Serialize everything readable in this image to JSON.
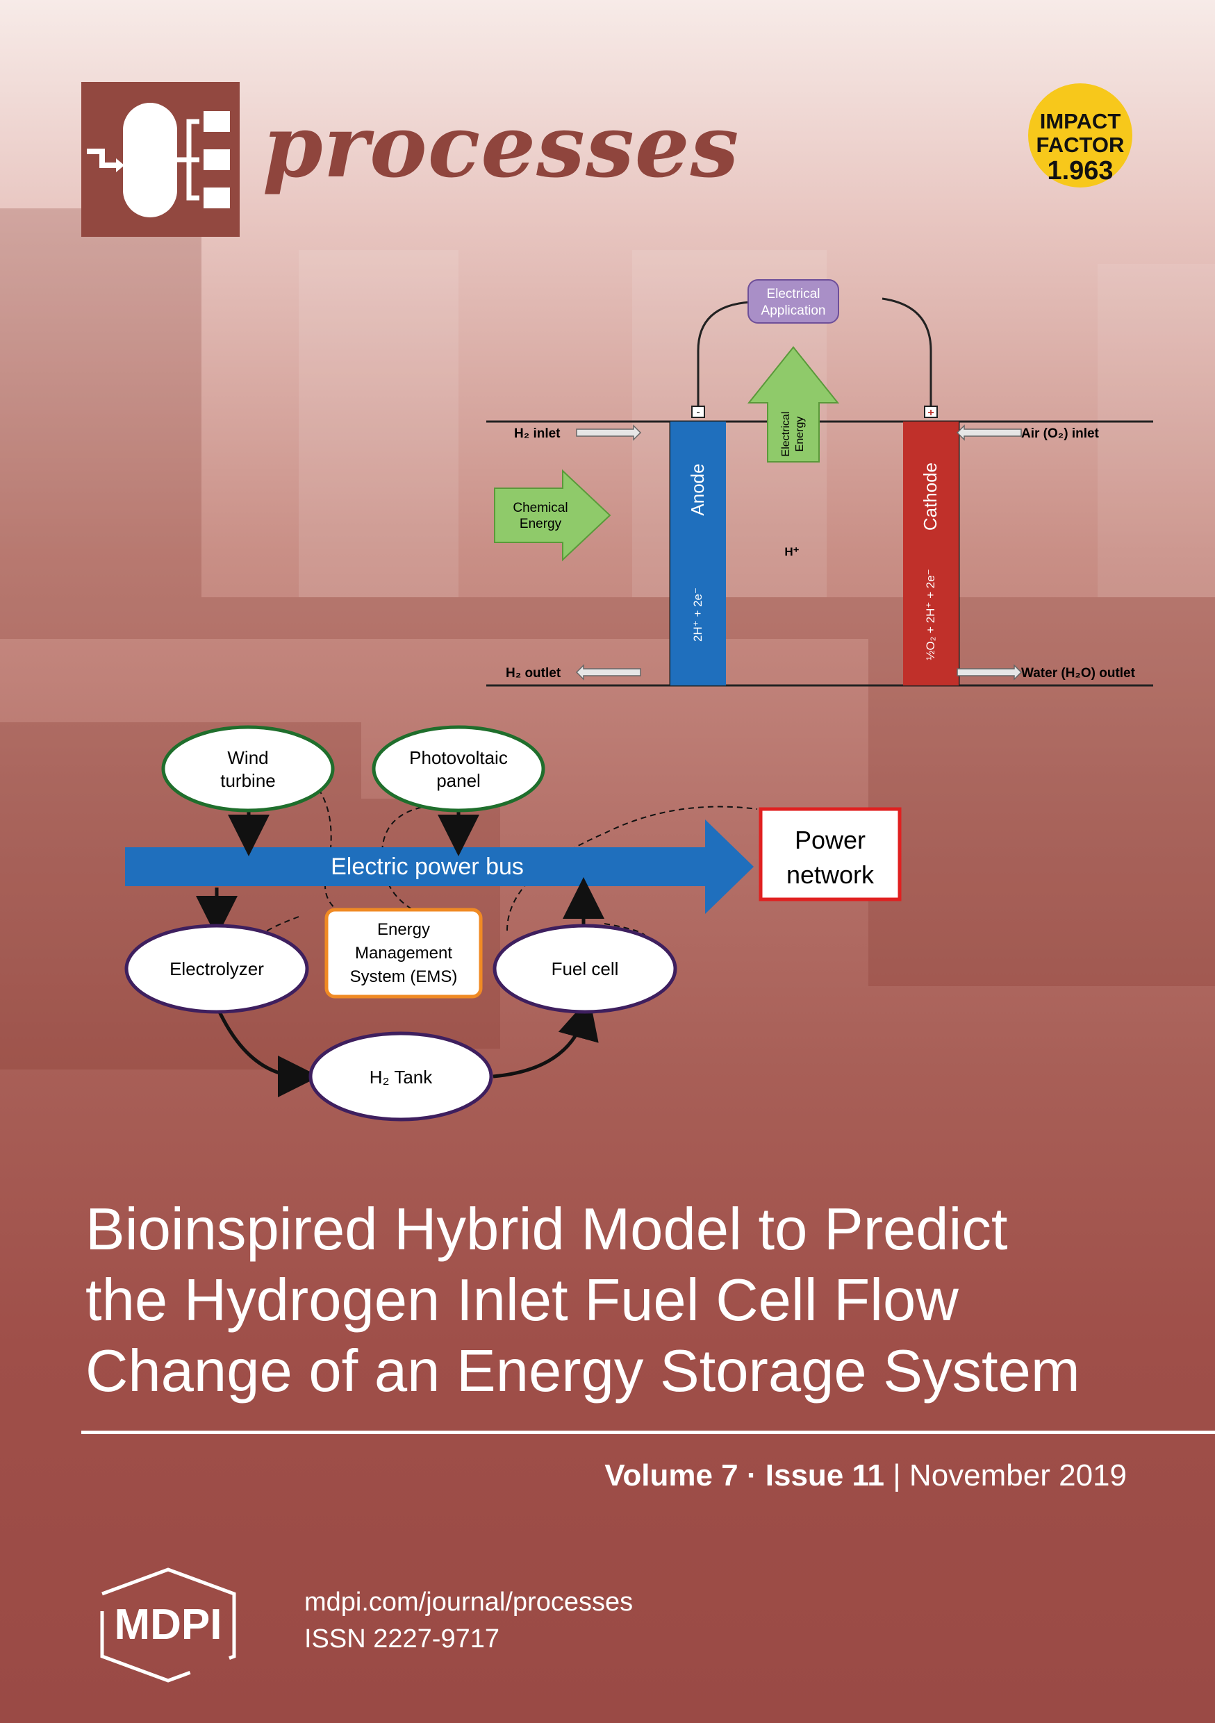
{
  "journal": {
    "name": "processes"
  },
  "impact_factor": {
    "line1": "IMPACT",
    "line2": "FACTOR",
    "value": "1.963",
    "color": "#f7c81b"
  },
  "fuel_cell_diagram": {
    "electrical_application": [
      "Electrical",
      "Application"
    ],
    "minus": "-",
    "plus": "+",
    "h2_inlet": "H₂ inlet",
    "h2_outlet": "H₂ outlet",
    "air_inlet": "Air (O₂) inlet",
    "water_outlet": "Water (H₂O) outlet",
    "chemical_energy": [
      "Chemical",
      "Energy"
    ],
    "electrical_energy": [
      "Electrical",
      "Energy"
    ],
    "anode": "Anode",
    "cathode": "Cathode",
    "anode_reaction": "2H⁺ + 2e⁻",
    "cathode_reaction": "½O₂ + 2H⁺ + 2e⁻",
    "proton": "H⁺",
    "colors": {
      "anode": "#1f6fbd",
      "cathode": "#c0302a",
      "arrow": "#8fca6a",
      "app_box": "#a98fc7"
    }
  },
  "energy_system_diagram": {
    "wind": [
      "Wind",
      "turbine"
    ],
    "pv": [
      "Photovoltaic",
      "panel"
    ],
    "bus": "Electric power bus",
    "network": [
      "Power",
      "network"
    ],
    "electrolyzer": "Electrolyzer",
    "ems": [
      "Energy",
      "Management",
      "System (EMS)"
    ],
    "fuel_cell": "Fuel cell",
    "tank": "H₂ Tank",
    "colors": {
      "bus": "#1f6fbd",
      "network_border": "#e02020",
      "ems_border": "#f08a24",
      "green_border": "#1f6e2c",
      "purple_border": "#3e1f5e"
    }
  },
  "article_title": [
    "Bioinspired Hybrid Model to Predict",
    "the Hydrogen Inlet Fuel Cell Flow",
    "Change of an Energy Storage System"
  ],
  "issue": {
    "volume": "Volume 7",
    "sep": " · ",
    "issue": "Issue 11",
    "bar": " | ",
    "date": "November 2019"
  },
  "publisher": {
    "name": "MDPI",
    "url": "mdpi.com/journal/processes",
    "issn": "ISSN 2227-9717"
  }
}
